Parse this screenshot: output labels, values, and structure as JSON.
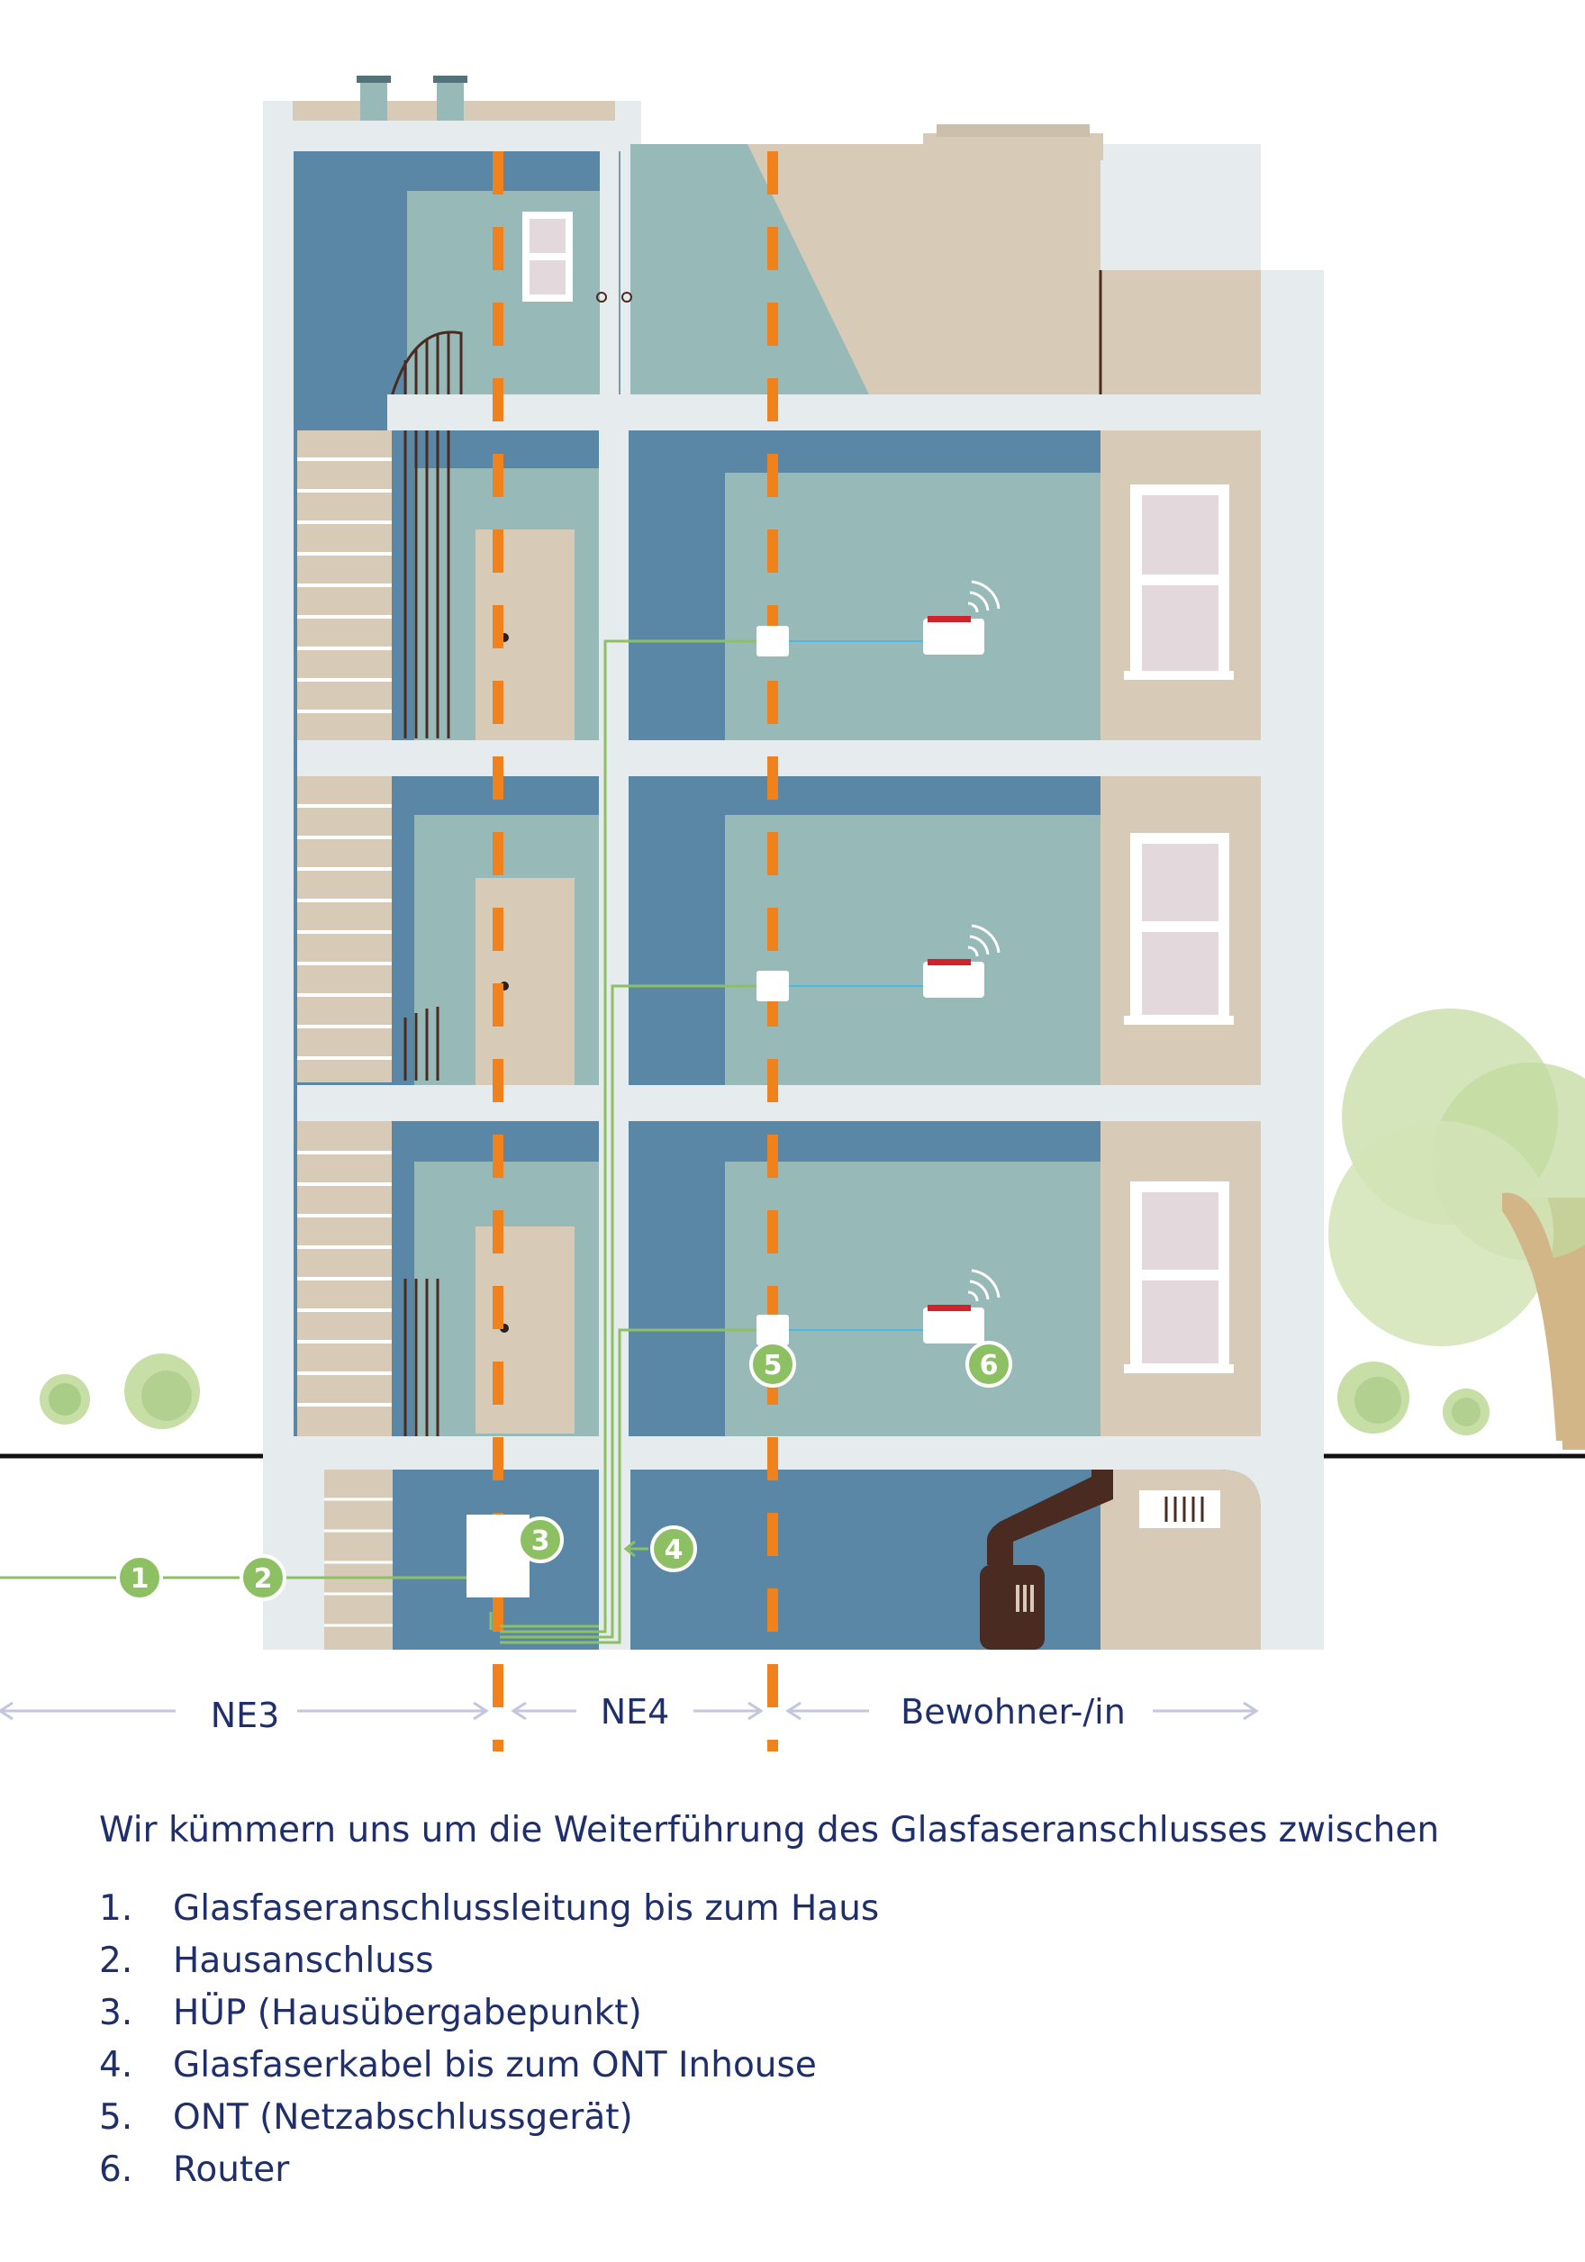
{
  "diagram": {
    "zones": [
      "NE3",
      "NE4",
      "Bewohner-/in"
    ],
    "badges": [
      "1",
      "2",
      "3",
      "4",
      "5",
      "6"
    ]
  },
  "legend": {
    "heading": "Wir kümmern uns um die Weiterführung des Glasfaseranschlusses zwischen",
    "items": [
      {
        "number": "1.",
        "label": "Glasfaseranschlussleitung bis zum Haus"
      },
      {
        "number": "2.",
        "label": "Hausanschluss"
      },
      {
        "number": "3.",
        "label": "HÜP (Hausübergabepunkt)"
      },
      {
        "number": "4.",
        "label": "Glasfaserkabel bis zum ONT Inhouse"
      },
      {
        "number": "5.",
        "label": "ONT (Netzabschlussgerät)"
      },
      {
        "number": "6.",
        "label": "Router"
      }
    ]
  },
  "colors": {
    "wall_blue": "#5a87a6",
    "room_teal": "#97bab8",
    "beige": "#d7cbb8",
    "frame": "#e6ebed",
    "fiber_orange": "#f0821e",
    "fiber_green": "#8cc063",
    "router_red": "#d2232a",
    "text_navy": "#1f2f6b",
    "arrow_lilac": "#c4c6de",
    "dark_brown": "#4a2b22"
  }
}
